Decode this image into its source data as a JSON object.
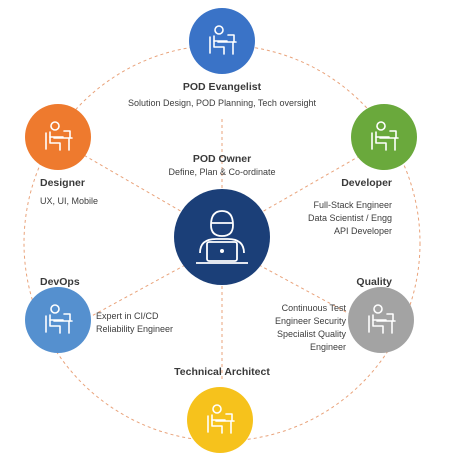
{
  "colors": {
    "evangelist": "#3a73c7",
    "designer": "#ee7a2e",
    "developer": "#6aa93c",
    "devops": "#5590cf",
    "quality": "#a3a3a3",
    "architect": "#f6c21c",
    "owner": "#1b3f78",
    "connector": "#e9a37b"
  },
  "owner": {
    "title": "POD Owner",
    "subtitle": "Define, Plan & Co-ordinate",
    "icon": "person-laptop-icon"
  },
  "roles": {
    "evangelist": {
      "title": "POD Evangelist",
      "lines": [
        "Solution Design, POD Planning, Tech oversight"
      ],
      "icon": "person-at-desk-icon"
    },
    "designer": {
      "title": "Designer",
      "lines": [
        "UX, UI, Mobile"
      ],
      "icon": "person-at-desk-icon"
    },
    "developer": {
      "title": "Developer",
      "lines": [
        "Full-Stack Engineer",
        "Data Scientist / Engg",
        "API Developer"
      ],
      "icon": "person-at-desk-icon"
    },
    "devops": {
      "title": "DevOps",
      "lines": [
        "Expert in CI/CD",
        "Reliability Engineer"
      ],
      "icon": "person-at-desk-icon"
    },
    "quality": {
      "title": "Quality",
      "lines": [
        "Continuous Test",
        "Engineer Security",
        "Specialist Quality",
        "Engineer"
      ],
      "icon": "person-at-desk-icon"
    },
    "architect": {
      "title": "Technical Architect",
      "lines": [],
      "icon": "person-at-desk-icon"
    }
  }
}
